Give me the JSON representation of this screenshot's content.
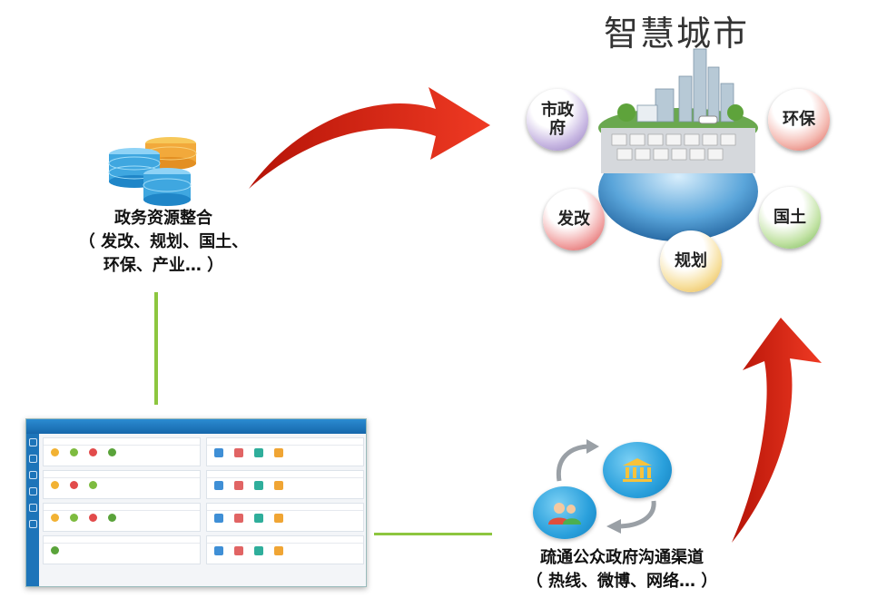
{
  "title": "智慧城市",
  "departments": {
    "shizhengfu": "市政\n府",
    "huanbao": "环保",
    "fagai": "发改",
    "guotu": "国土",
    "guihua": "规划"
  },
  "integration": {
    "line1": "政务资源整合",
    "line2": "（ 发改、规划、国土、",
    "line3": "环保、产业… ）"
  },
  "channels": {
    "line1": "疏通公众政府沟通渠道",
    "line2": "（ 热线、微博、网络… ）"
  },
  "colors": {
    "arrow": "#e02a1b",
    "connector": "#8dc63f"
  }
}
